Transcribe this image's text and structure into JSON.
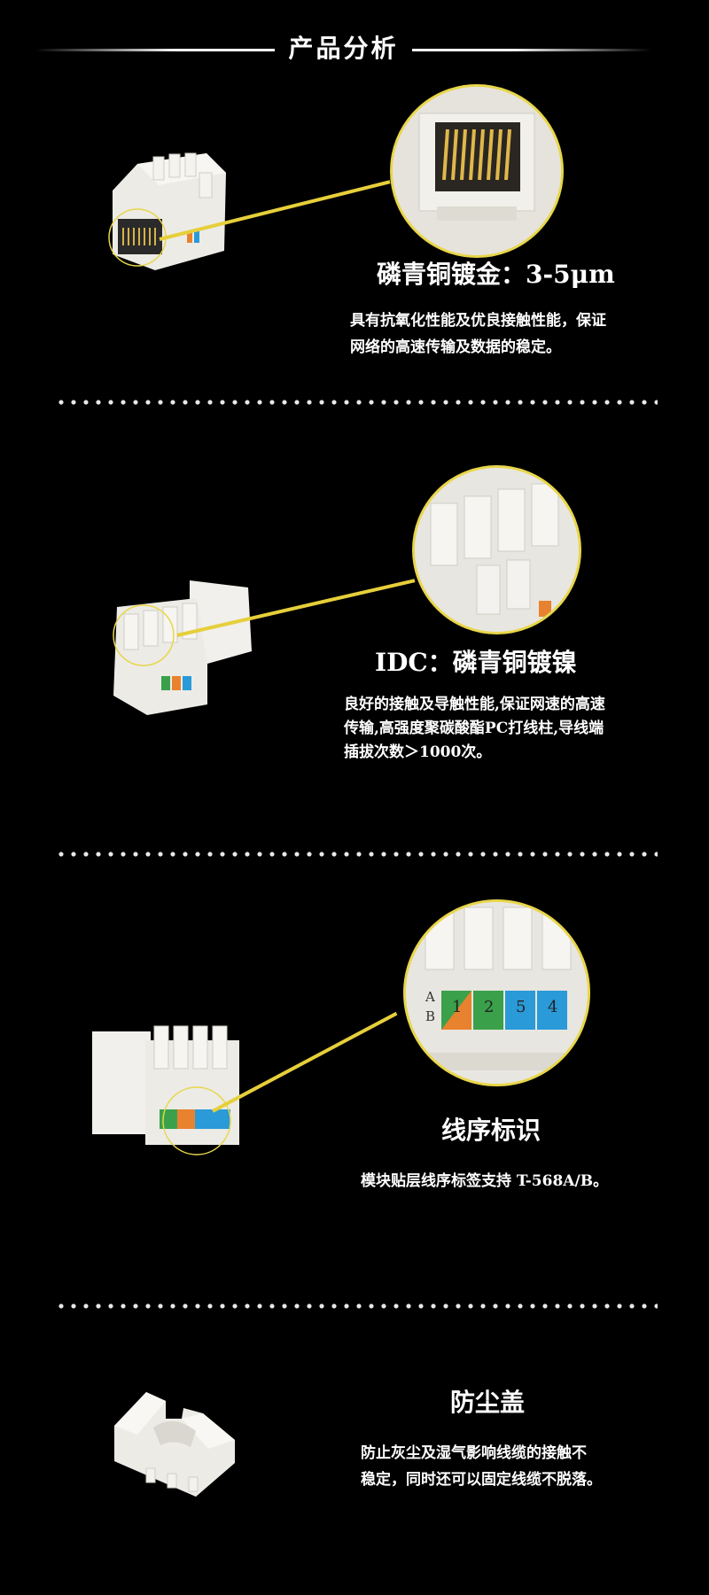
{
  "header": {
    "title": "产品分析"
  },
  "sections": [
    {
      "title": "磷青铜镀金：3-5μm",
      "desc_lines": [
        "具有抗氧化性能及优良接触性能，保证",
        "网络的高速传输及数据的稳定。"
      ]
    },
    {
      "title": "IDC：磷青铜镀镍",
      "desc_lines": [
        "良好的接触及导触性能,保证网速的高速",
        "传输,高强度聚碳酸酯PC打线柱,导线端",
        "插拔次数＞1000次。"
      ]
    },
    {
      "title": "线序标识",
      "desc_lines": [
        "模块贴层线序标签支持 T-568A/B。"
      ],
      "label_row": {
        "a": "A",
        "b": "B",
        "numbers": [
          "1",
          "2",
          "5",
          "4"
        ]
      }
    },
    {
      "title": "防尘盖",
      "desc_lines": [
        "防止灰尘及湿气影响线缆的接触不",
        "稳定，同时还可以固定线缆不脱落。"
      ]
    }
  ],
  "colors": {
    "background": "#000000",
    "text": "#ffffff",
    "highlight_ring": "#e8d64a",
    "label_green": "#3aa14a",
    "label_orange": "#e9822e",
    "label_blue": "#2a9ad8"
  }
}
